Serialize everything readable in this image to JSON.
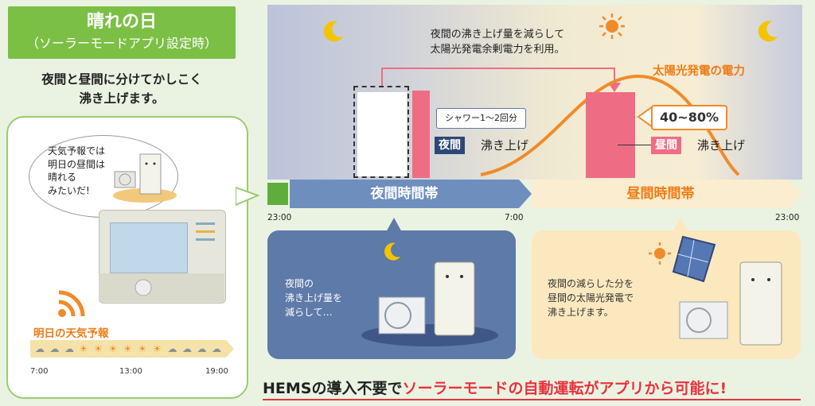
{
  "left": {
    "title": "晴れの日",
    "subtitle": "（ソーラーモードアプリ設定時）",
    "lead_line1": "夜間と昼間に分けてかしこく",
    "lead_line2": "沸き上げます。",
    "bubble": {
      "line1": "天気予報では",
      "line2": "明日の昼間は",
      "line3": "晴れる",
      "line4": "みたいだ!"
    },
    "forecast": {
      "label": "明日の天気予報",
      "icons": [
        "cloud",
        "cloud",
        "cloud",
        "sun",
        "sun",
        "sun",
        "sun",
        "sun",
        "sun",
        "cloud",
        "cloud",
        "cloud",
        "cloud"
      ],
      "times": [
        "7:00",
        "13:00",
        "19:00"
      ]
    }
  },
  "chart": {
    "note_line1": "夜間の沸き上げ量を減らして",
    "note_line2": "太陽光発電余剰電力を利用。",
    "solar_label": "太陽光発電の電力",
    "percent": "40~80%",
    "shower": "シャワー1～2回分",
    "night_tag": "夜間",
    "night_after": "沸き上げ",
    "day_tag": "昼間",
    "day_after": "沸き上げ"
  },
  "timeline": {
    "night_label": "夜間時間帯",
    "day_label": "昼間時間帯",
    "times": [
      "23:00",
      "7:00",
      "23:00"
    ]
  },
  "panels": {
    "night": {
      "line1": "夜間の",
      "line2": "沸き上げ量を",
      "line3": "減らして…"
    },
    "day": {
      "line1": "夜間の減らした分を",
      "line2": "昼間の太陽光発電で",
      "line3": "沸き上げます。"
    }
  },
  "footer": {
    "pre": "HEMSの導入不要で",
    "highlight": "ソーラーモードの自動運転がアプリから可能に!"
  },
  "colors": {
    "green": "#7cbf45",
    "pink": "#ee6d85",
    "orange": "#f07b14",
    "navy": "#2f4775",
    "red": "#e8323e"
  }
}
